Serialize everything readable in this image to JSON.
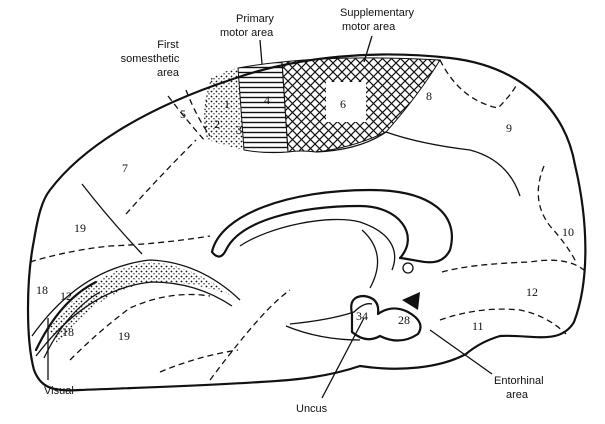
{
  "labels": {
    "primary_motor": [
      "Primary",
      "motor area"
    ],
    "supplementary_motor": [
      "Supplementary",
      "motor area"
    ],
    "first_somesthetic": [
      "First",
      "somesthetic",
      "area"
    ],
    "entorhinal": [
      "Entorhinal",
      "area"
    ],
    "uncus": "Uncus",
    "visual": "Visual"
  },
  "areas": {
    "a1": "1",
    "a2": "2",
    "a3": "3",
    "a4": "4",
    "a5": "5",
    "a6": "6",
    "a7": "7",
    "a8": "8",
    "a9": "9",
    "a10": "10",
    "a11": "11",
    "a12a": "12",
    "a12b": "12",
    "a18a": "18",
    "a18b": "18",
    "a19a": "19",
    "a19b": "19",
    "a28": "28",
    "a34": "34"
  }
}
